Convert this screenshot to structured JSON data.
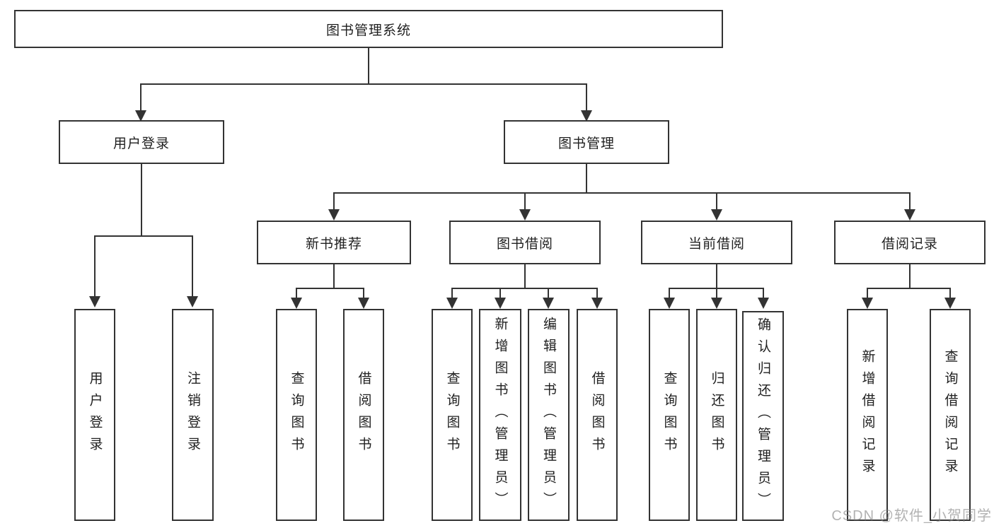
{
  "diagram_title": "图书管理系统",
  "root": {
    "label": "图书管理系统"
  },
  "level2": [
    {
      "label": "用户登录"
    },
    {
      "label": "图书管理"
    }
  ],
  "level3": [
    {
      "label": "新书推荐"
    },
    {
      "label": "图书借阅"
    },
    {
      "label": "当前借阅"
    },
    {
      "label": "借阅记录"
    }
  ],
  "leaves": {
    "user": [
      {
        "label": "用户登录"
      },
      {
        "label": "注销登录"
      }
    ],
    "recommend": [
      {
        "label": "查询图书"
      },
      {
        "label": "借阅图书"
      }
    ],
    "borrow": [
      {
        "label": "查询图书"
      },
      {
        "label": "新增图书（管理员）"
      },
      {
        "label": "编辑图书（管理员）"
      },
      {
        "label": "借阅图书"
      }
    ],
    "current": [
      {
        "label": "查询图书"
      },
      {
        "label": "归还图书"
      },
      {
        "label": "确认归还（管理员）"
      }
    ],
    "records": [
      {
        "label": "新增借阅记录"
      },
      {
        "label": "查询借阅记录"
      }
    ]
  },
  "watermark": "CSDN @软件_小贺同学",
  "colors": {
    "line": "#333333",
    "text": "#1f1f1f",
    "watermark": "#828282",
    "background": "#ffffff"
  }
}
